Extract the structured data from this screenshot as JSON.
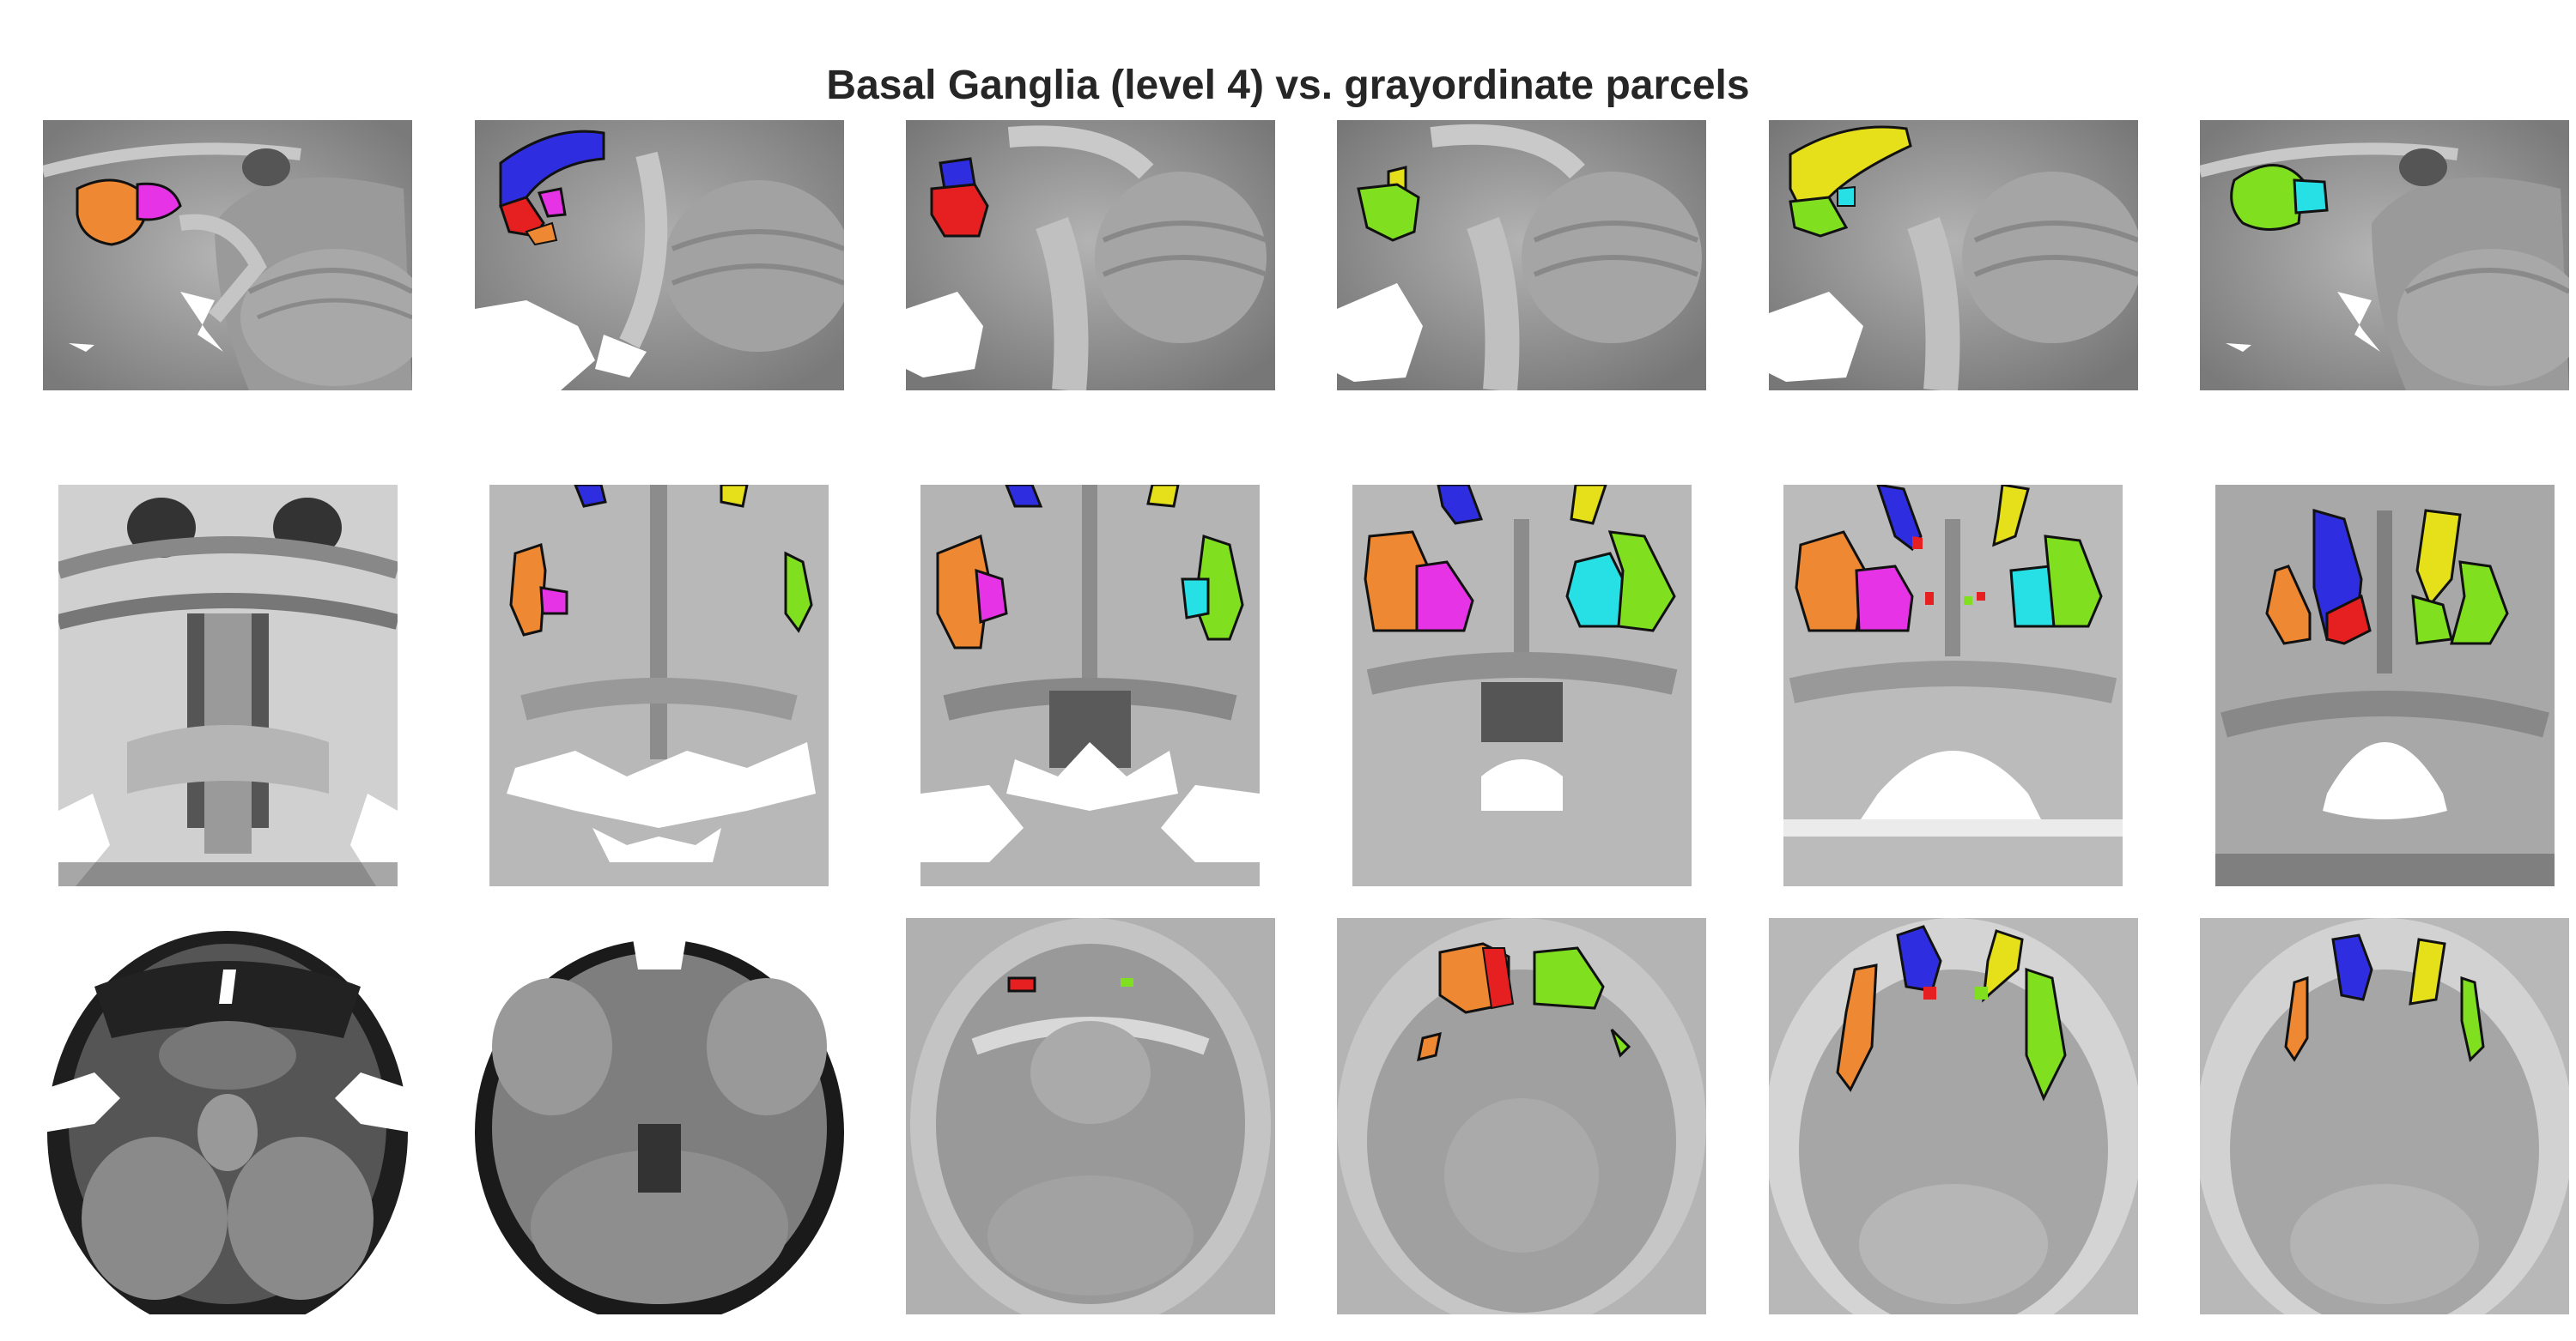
{
  "title": "Basal Ganglia (level 4) vs. grayordinate parcels",
  "parcel_colors": {
    "orange": "#ee8833",
    "magenta": "#e633e6",
    "blue": "#2e2ee0",
    "red": "#e62020",
    "yellow": "#e6e01a",
    "green": "#80e020",
    "cyan": "#26e0e6",
    "outline": "#111111",
    "mask_white": "#ffffff"
  },
  "views": [
    "sagittal",
    "coronal",
    "axial"
  ]
}
